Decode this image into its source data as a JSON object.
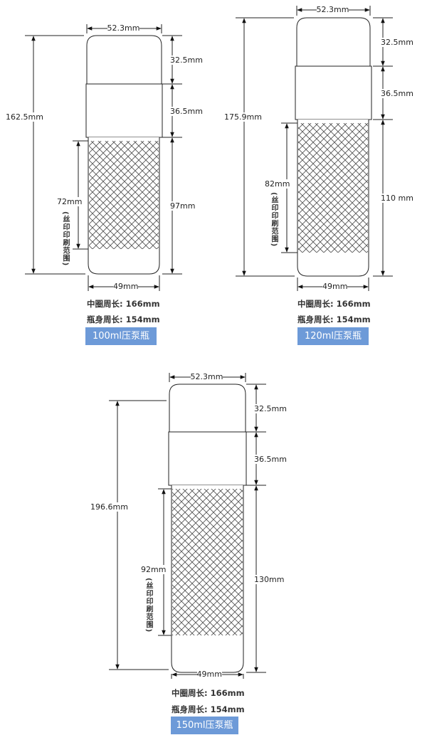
{
  "bottles": [
    {
      "name": "100ml",
      "cap_width": "52.3mm",
      "total_height": "162.5mm",
      "cap_height": "32.5mm",
      "collar_height": "36.5mm",
      "body_height": "97mm",
      "print_height": "72mm",
      "print_note": "(丝印印刷范围)",
      "bottom_width": "49mm",
      "middle_circ": "中圈周长: 166mm",
      "body_circ": "瓶身周长: 154mm",
      "badge": "100ml压泵瓶"
    },
    {
      "name": "120ml",
      "cap_width": "52.3mm",
      "total_height": "175.9mm",
      "cap_height": "32.5mm",
      "collar_height": "36.5mm",
      "body_height": "110 mm",
      "print_height": "82mm",
      "print_note": "(丝印印刷范围)",
      "bottom_width": "49mm",
      "middle_circ": "中圈周长: 166mm",
      "body_circ": "瓶身周长: 154mm",
      "badge": "120ml压泵瓶"
    },
    {
      "name": "150ml",
      "cap_width": "52.3mm",
      "total_height": "196.6mm",
      "cap_height": "32.5mm",
      "collar_height": "36.5mm",
      "body_height": "130mm",
      "print_height": "92mm",
      "print_note": "(丝印印刷范围)",
      "bottom_width": "49mm",
      "middle_circ": "中圈周长: 166mm",
      "body_circ": "瓶身周长: 154mm",
      "badge": "150ml压泵瓶"
    }
  ],
  "colors": {
    "badge": "#6d9ad8",
    "line": "#222222",
    "mesh": "#555555"
  }
}
